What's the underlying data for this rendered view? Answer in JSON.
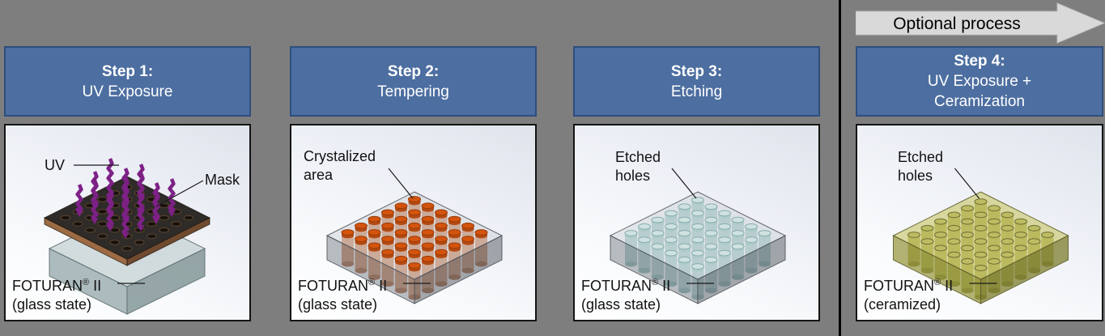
{
  "background_color": "#7E7E7E",
  "optional_banner": {
    "label": "Optional process",
    "arrow_fill": "#D9D9D9",
    "arrow_edge": "#C0C0C0"
  },
  "header_style": {
    "fill": "#4D6EA0",
    "border": "#2E4E7E",
    "text_color": "#FFFFFF"
  },
  "steps": [
    {
      "title": "Step 1:",
      "subtitle_lines": [
        "UV Exposure"
      ],
      "annotations": {
        "uv": "UV",
        "mask": "Mask"
      },
      "material": {
        "name": "FOTURAN",
        "reg": "®",
        "grade": "II",
        "state": "(glass state)"
      }
    },
    {
      "title": "Step 2:",
      "subtitle_lines": [
        "Tempering"
      ],
      "annotations": {
        "feature": [
          "Crystalized",
          "area"
        ]
      },
      "material": {
        "name": "FOTURAN",
        "reg": "®",
        "grade": "II",
        "state": "(glass state)"
      }
    },
    {
      "title": "Step 3:",
      "subtitle_lines": [
        "Etching"
      ],
      "annotations": {
        "feature": [
          "Etched",
          "holes"
        ]
      },
      "material": {
        "name": "FOTURAN",
        "reg": "®",
        "grade": "II",
        "state": "(glass state)"
      }
    },
    {
      "title": "Step 4:",
      "subtitle_lines": [
        "UV Exposure +",
        "Ceramization"
      ],
      "annotations": {
        "feature": [
          "Etched",
          "holes"
        ]
      },
      "material": {
        "name": "FOTURAN",
        "reg": "®",
        "grade": "II",
        "state": "(ceramized)"
      }
    }
  ],
  "colors": {
    "leader_line": "#1a1a1a",
    "scenes": {
      "uv": {
        "arrow": "#7D2186",
        "mask_top": "#2E2B28",
        "mask_side_left": "#9C6B44",
        "mask_side_right": "#6F4A2E",
        "mask_edge": "rgba(25,18,12,0.7)",
        "mask_hole": "#17130F",
        "mask_hole_rim": "rgba(150,100,60,0.55)",
        "glass_top": "rgba(196,208,209,0.72)",
        "glass_front_left": "rgba(150,169,170,0.78)",
        "glass_front_right": "rgba(128,148,149,0.82)",
        "glass_edge": "rgba(95,110,112,0.9)"
      },
      "tempering": {
        "body": "#C9805A",
        "bottom": "#9A4A1E",
        "cap": "#D4540E",
        "cap_rim": "#963B08",
        "cap_band": "#B34A12",
        "slab_top": "rgba(206,211,216,0.5)",
        "slab_front_left": "rgba(130,137,143,0.55)",
        "slab_front_right": "rgba(110,117,123,0.62)",
        "slab_edge": "rgba(75,80,85,0.85)"
      },
      "etching": {
        "body": "#A2C6C6",
        "bottom": "#7BA6A6",
        "cap": "#CFE2E1",
        "cap_rim": "#86ACAC",
        "cap_band": "#AECBCA",
        "slab_top": "rgba(206,211,216,0.5)",
        "slab_front_left": "rgba(130,137,143,0.55)",
        "slab_front_right": "rgba(110,117,123,0.62)",
        "slab_edge": "rgba(75,80,85,0.85)"
      },
      "ceramized": {
        "body": "#A9A851",
        "bottom": "#716F2C",
        "cap": "#BDBC62",
        "cap_rim": "#6D6C33",
        "cap_band": "#A3A24E",
        "slab_top": "rgba(198,197,104,0.62)",
        "slab_front_left": "rgba(150,149,62,0.72)",
        "slab_front_right": "rgba(130,129,52,0.78)",
        "slab_edge": "rgba(92,91,38,0.9)"
      }
    }
  }
}
